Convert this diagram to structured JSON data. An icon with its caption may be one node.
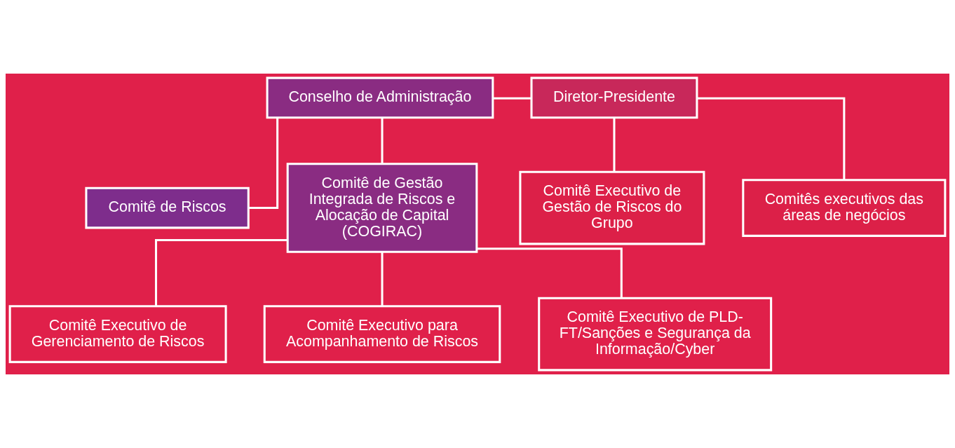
{
  "diagram": {
    "nodes": [
      {
        "text": [
          "Conselho de Administração"
        ]
      },
      {
        "text": [
          "Diretor-Presidente"
        ]
      },
      {
        "text": [
          "Comitê de Riscos"
        ]
      },
      {
        "text": [
          "Comitê de Gestão Integrada de Riscos e Alocação de Capital (COGIRAC)"
        ]
      },
      {
        "text": [
          "Comitê Executivo de Gestão de Riscos do Grupo"
        ]
      },
      {
        "text": [
          "Comitês executivos das áreas de negócios"
        ]
      },
      {
        "text": [
          "Comitê Executivo de Gerenciamento de Riscos"
        ]
      },
      {
        "text": [
          "Comitê Executivo para Acompanhamento de Riscos"
        ]
      },
      {
        "text": [
          "Comitê Executivo de PLD-FT/Sanções e Segurança da Informação/Cyber"
        ]
      }
    ],
    "edges": [
      {
        "from": 0,
        "to": 1,
        "arrow": "none"
      },
      {
        "from": 0,
        "to": 2,
        "arrow": "none"
      },
      {
        "from": 0,
        "to": 3,
        "arrow": "none"
      },
      {
        "from": 1,
        "to": 4,
        "arrow": "none"
      },
      {
        "from": 1,
        "to": 5,
        "arrow": "none"
      },
      {
        "from": 3,
        "to": 6,
        "arrow": "none"
      },
      {
        "from": 3,
        "to": 7,
        "arrow": "none"
      },
      {
        "from": 3,
        "to": 8,
        "arrow": "none"
      }
    ]
  }
}
